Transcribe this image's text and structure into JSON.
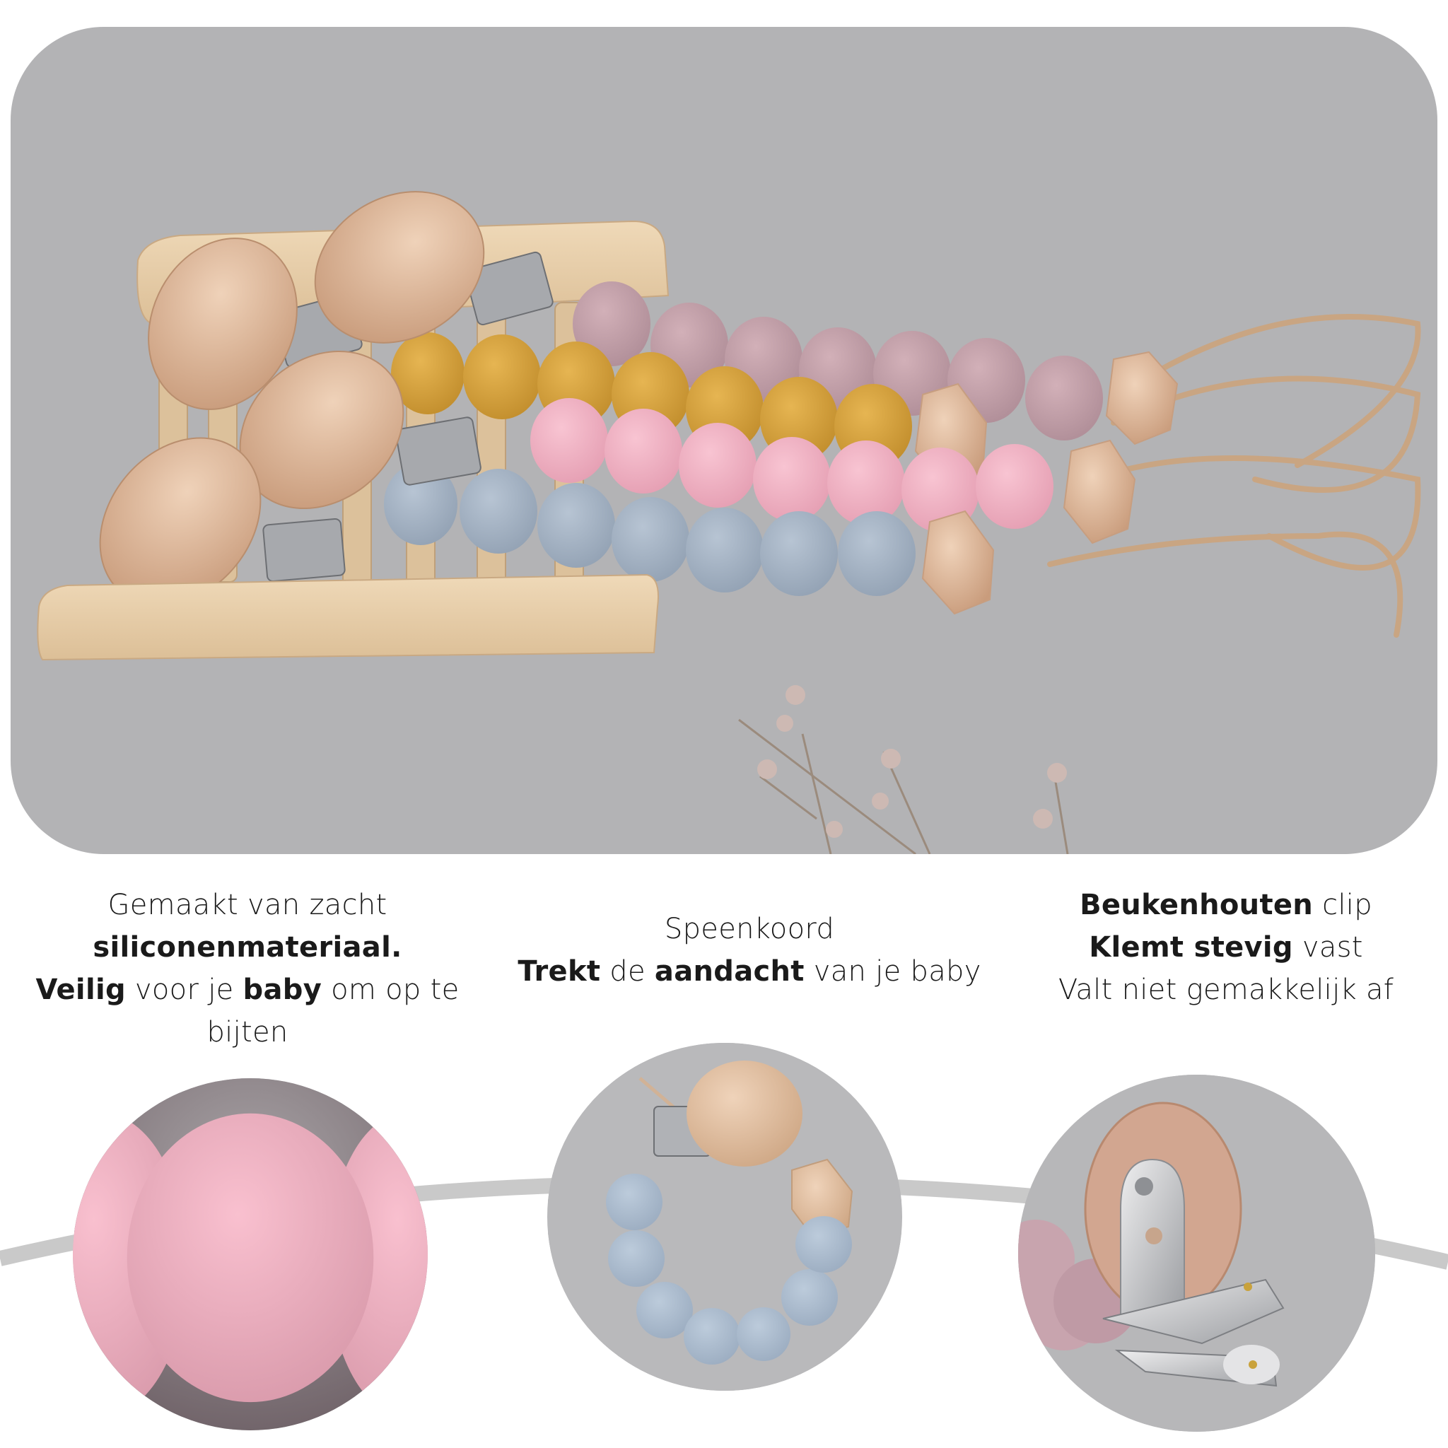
{
  "hero": {
    "alt": "Four pacifier clips with silicone beads on a wooden stand",
    "background_color": "#b3b3b5",
    "bead_colors": {
      "mauve": "#c4a2ab",
      "mustard": "#d9a441",
      "pink": "#f2b4c4",
      "blue": "#a9b6c6",
      "wood": "#e3c3a6",
      "stand": "#e8cfa9",
      "metal": "#a7a9ad"
    }
  },
  "features": [
    {
      "lines": [
        [
          {
            "text": "Gemaakt van zacht",
            "bold": false
          }
        ],
        [
          {
            "text": "siliconenmateriaal.",
            "bold": true
          }
        ],
        [
          {
            "text": "Veilig",
            "bold": true
          },
          {
            "text": " voor je ",
            "bold": false
          },
          {
            "text": "baby",
            "bold": true
          },
          {
            "text": " om op te",
            "bold": false
          }
        ],
        [
          {
            "text": "bijten",
            "bold": false
          }
        ]
      ]
    },
    {
      "lines": [
        [
          {
            "text": "Speenkoord",
            "bold": false
          }
        ],
        [
          {
            "text": "Trekt",
            "bold": true
          },
          {
            "text": " de ",
            "bold": false
          },
          {
            "text": "aandacht",
            "bold": true
          },
          {
            "text": " van je baby",
            "bold": false
          }
        ]
      ]
    },
    {
      "lines": [
        [
          {
            "text": "Beukenhouten",
            "bold": true
          },
          {
            "text": " clip",
            "bold": false
          }
        ],
        [
          {
            "text": "Klemt stevig",
            "bold": true
          },
          {
            "text": " vast",
            "bold": false
          }
        ],
        [
          {
            "text": "Valt niet gemakkelijk af",
            "bold": false
          }
        ]
      ]
    }
  ],
  "detail_circles": [
    {
      "subject": "pink silicone bead close-up"
    },
    {
      "subject": "blue bead pacifier clip"
    },
    {
      "subject": "beech wood clip with metal clasp"
    }
  ],
  "connector_color": "#c9c9c9"
}
